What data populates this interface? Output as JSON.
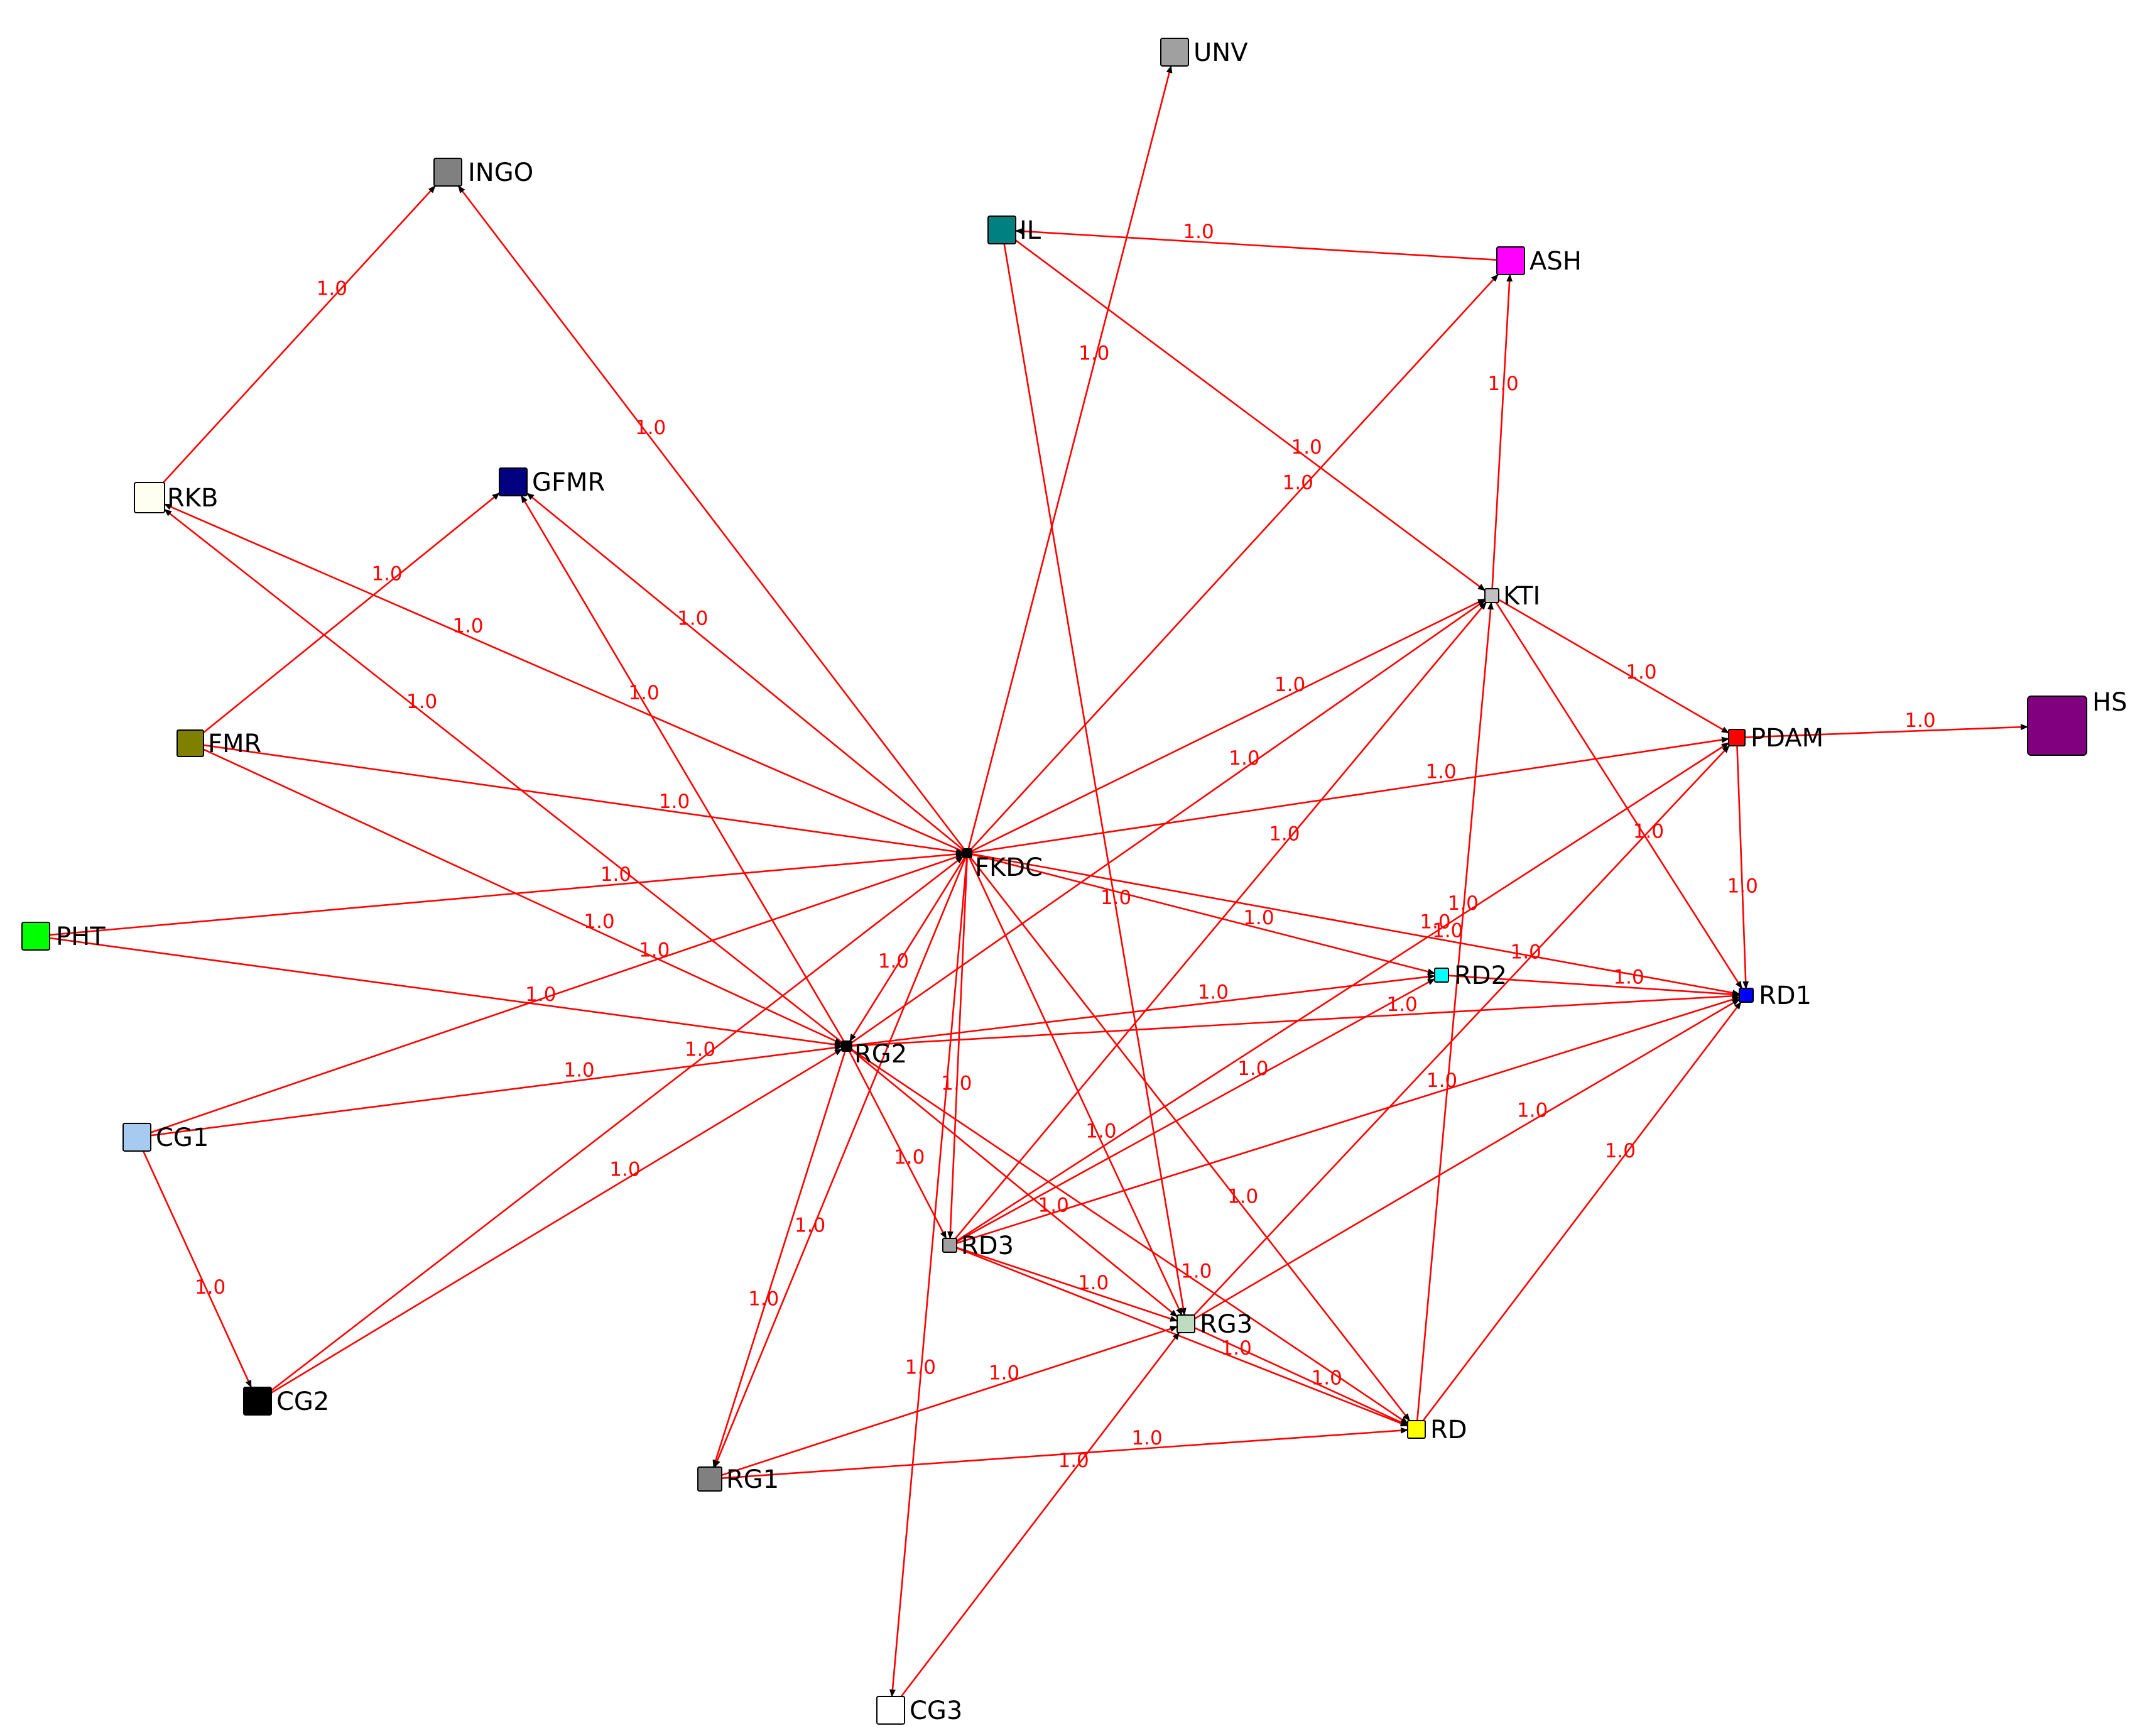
{
  "graph": {
    "edge_color": "#ff0000",
    "arrow_color": "#000000",
    "nodes": [
      {
        "id": "UNV",
        "label": "UNV",
        "color": "#a0a0a0"
      },
      {
        "id": "INGO",
        "label": "INGO",
        "color": "#808080"
      },
      {
        "id": "IL",
        "label": "IL",
        "color": "#008080"
      },
      {
        "id": "ASH",
        "label": "ASH",
        "color": "#ff00ff"
      },
      {
        "id": "RKB",
        "label": "RKB",
        "color": "#fffff0"
      },
      {
        "id": "GFMR",
        "label": "GFMR",
        "color": "#000080"
      },
      {
        "id": "KTI",
        "label": "KTI",
        "color": "#c0c0c0"
      },
      {
        "id": "FMR",
        "label": "FMR",
        "color": "#808000"
      },
      {
        "id": "PDAM",
        "label": "PDAM",
        "color": "#ff0000"
      },
      {
        "id": "HS",
        "label": "HS",
        "color": "#800080"
      },
      {
        "id": "FKDC",
        "label": "FKDC",
        "color": "#000000"
      },
      {
        "id": "PHT",
        "label": "PHT",
        "color": "#00ff00"
      },
      {
        "id": "RD2",
        "label": "RD2",
        "color": "#00ffff"
      },
      {
        "id": "RD1",
        "label": "RD1",
        "color": "#0000ff"
      },
      {
        "id": "RG2",
        "label": "RG2",
        "color": "#000000"
      },
      {
        "id": "CG1",
        "label": "CG1",
        "color": "#a6caf0"
      },
      {
        "id": "RD3",
        "label": "RD3",
        "color": "#a0a0a0"
      },
      {
        "id": "RG3",
        "label": "RG3",
        "color": "#c0dcc0"
      },
      {
        "id": "CG2",
        "label": "CG2",
        "color": "#000000"
      },
      {
        "id": "RD",
        "label": "RD",
        "color": "#ffff00"
      },
      {
        "id": "RG1",
        "label": "RG1",
        "color": "#808080"
      },
      {
        "id": "CG3",
        "label": "CG3",
        "color": "#ffffff"
      }
    ],
    "edges": [
      {
        "from": "FKDC",
        "to": "UNV",
        "label": "1.0"
      },
      {
        "from": "FKDC",
        "to": "INGO",
        "label": "1.0"
      },
      {
        "from": "RKB",
        "to": "INGO",
        "label": "1.0"
      },
      {
        "from": "ASH",
        "to": "IL",
        "label": "1.0"
      },
      {
        "from": "FKDC",
        "to": "ASH",
        "label": "1.0"
      },
      {
        "from": "KTI",
        "to": "ASH",
        "label": "1.0"
      },
      {
        "from": "IL",
        "to": "KTI",
        "label": "1.0"
      },
      {
        "from": "FKDC",
        "to": "RKB",
        "label": "1.0"
      },
      {
        "from": "RG2",
        "to": "RKB",
        "label": "1.0"
      },
      {
        "from": "FKDC",
        "to": "GFMR",
        "label": "1.0"
      },
      {
        "from": "FMR",
        "to": "GFMR",
        "label": "1.0"
      },
      {
        "from": "RG2",
        "to": "GFMR",
        "label": "1.0"
      },
      {
        "from": "FKDC",
        "to": "KTI",
        "label": "1.0"
      },
      {
        "from": "RG2",
        "to": "KTI",
        "label": "1.0"
      },
      {
        "from": "RD3",
        "to": "KTI",
        "label": "1.0"
      },
      {
        "from": "IL",
        "to": "RG3",
        "label": "1.0"
      },
      {
        "from": "KTI",
        "to": "PDAM",
        "label": "1.0"
      },
      {
        "from": "KTI",
        "to": "RD1",
        "label": "1.0"
      },
      {
        "from": "RD",
        "to": "KTI",
        "label": "1.0"
      },
      {
        "from": "PDAM",
        "to": "HS",
        "label": "1.0"
      },
      {
        "from": "FMR",
        "to": "FKDC",
        "label": "1.0"
      },
      {
        "from": "FMR",
        "to": "RG2",
        "label": "1.0"
      },
      {
        "from": "PHT",
        "to": "FKDC",
        "label": "1.0"
      },
      {
        "from": "PHT",
        "to": "RG2",
        "label": "1.0"
      },
      {
        "from": "CG1",
        "to": "FKDC",
        "label": "1.0"
      },
      {
        "from": "CG1",
        "to": "RG2",
        "label": "1.0"
      },
      {
        "from": "CG1",
        "to": "CG2",
        "label": "1.0"
      },
      {
        "from": "CG2",
        "to": "FKDC",
        "label": "1.0"
      },
      {
        "from": "CG2",
        "to": "RG2",
        "label": "1.0"
      },
      {
        "from": "FKDC",
        "to": "PDAM",
        "label": "1.0"
      },
      {
        "from": "FKDC",
        "to": "RD2",
        "label": "1.0"
      },
      {
        "from": "FKDC",
        "to": "RD1",
        "label": "1.0"
      },
      {
        "from": "FKDC",
        "to": "RG2",
        "label": "1.0"
      },
      {
        "from": "FKDC",
        "to": "RD3",
        "label": "1.0"
      },
      {
        "from": "FKDC",
        "to": "RG3",
        "label": "1.0"
      },
      {
        "from": "FKDC",
        "to": "RD",
        "label": "1.0"
      },
      {
        "from": "FKDC",
        "to": "RG1",
        "label": "1.0"
      },
      {
        "from": "FKDC",
        "to": "CG3",
        "label": "1.0"
      },
      {
        "from": "RG2",
        "to": "RD2",
        "label": "1.0"
      },
      {
        "from": "RG2",
        "to": "RD1",
        "label": "1.0"
      },
      {
        "from": "RG2",
        "to": "RD3",
        "label": "1.0"
      },
      {
        "from": "RG2",
        "to": "RG3",
        "label": "1.0"
      },
      {
        "from": "RG2",
        "to": "RD",
        "label": "1.0"
      },
      {
        "from": "RG2",
        "to": "RG1",
        "label": "1.0"
      },
      {
        "from": "RD3",
        "to": "PDAM",
        "label": "1.0"
      },
      {
        "from": "RD3",
        "to": "RD2",
        "label": "1.0"
      },
      {
        "from": "RD3",
        "to": "RD1",
        "label": "1.0"
      },
      {
        "from": "RD3",
        "to": "RG3",
        "label": "1.0"
      },
      {
        "from": "RD3",
        "to": "RD",
        "label": "1.0"
      },
      {
        "from": "RG3",
        "to": "PDAM",
        "label": "1.0"
      },
      {
        "from": "RG3",
        "to": "RD1",
        "label": "1.0"
      },
      {
        "from": "RG3",
        "to": "RD",
        "label": "1.0"
      },
      {
        "from": "RD",
        "to": "RD1",
        "label": "1.0"
      },
      {
        "from": "RD2",
        "to": "RD1",
        "label": "1.0"
      },
      {
        "from": "PDAM",
        "to": "RD1",
        "label": "1.0"
      },
      {
        "from": "RG1",
        "to": "RG3",
        "label": "1.0"
      },
      {
        "from": "RG1",
        "to": "RD",
        "label": "1.0"
      },
      {
        "from": "CG3",
        "to": "RG3",
        "label": "1.0"
      }
    ]
  }
}
